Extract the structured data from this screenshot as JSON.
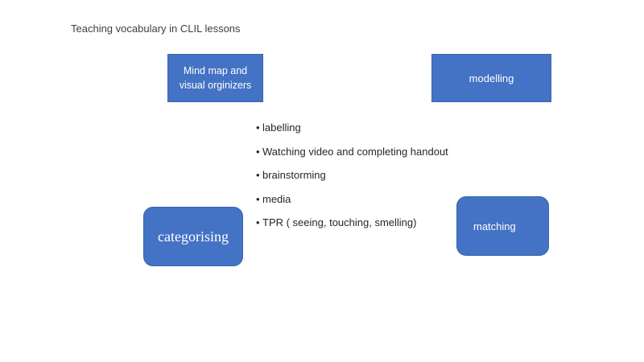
{
  "title": "Teaching vocabulary in CLIL lessons",
  "boxes": {
    "mind_map": "Mind map and visual orginizers",
    "modelling": "modelling",
    "categorising": "categorising",
    "matching": "matching"
  },
  "list": [
    "labelling",
    "Watching video and completing handout",
    "brainstorming",
    "media",
    "TPR ( seeing, touching, smelling)"
  ],
  "colors": {
    "box_fill": "#4472c4",
    "box_text": "#ffffff"
  }
}
